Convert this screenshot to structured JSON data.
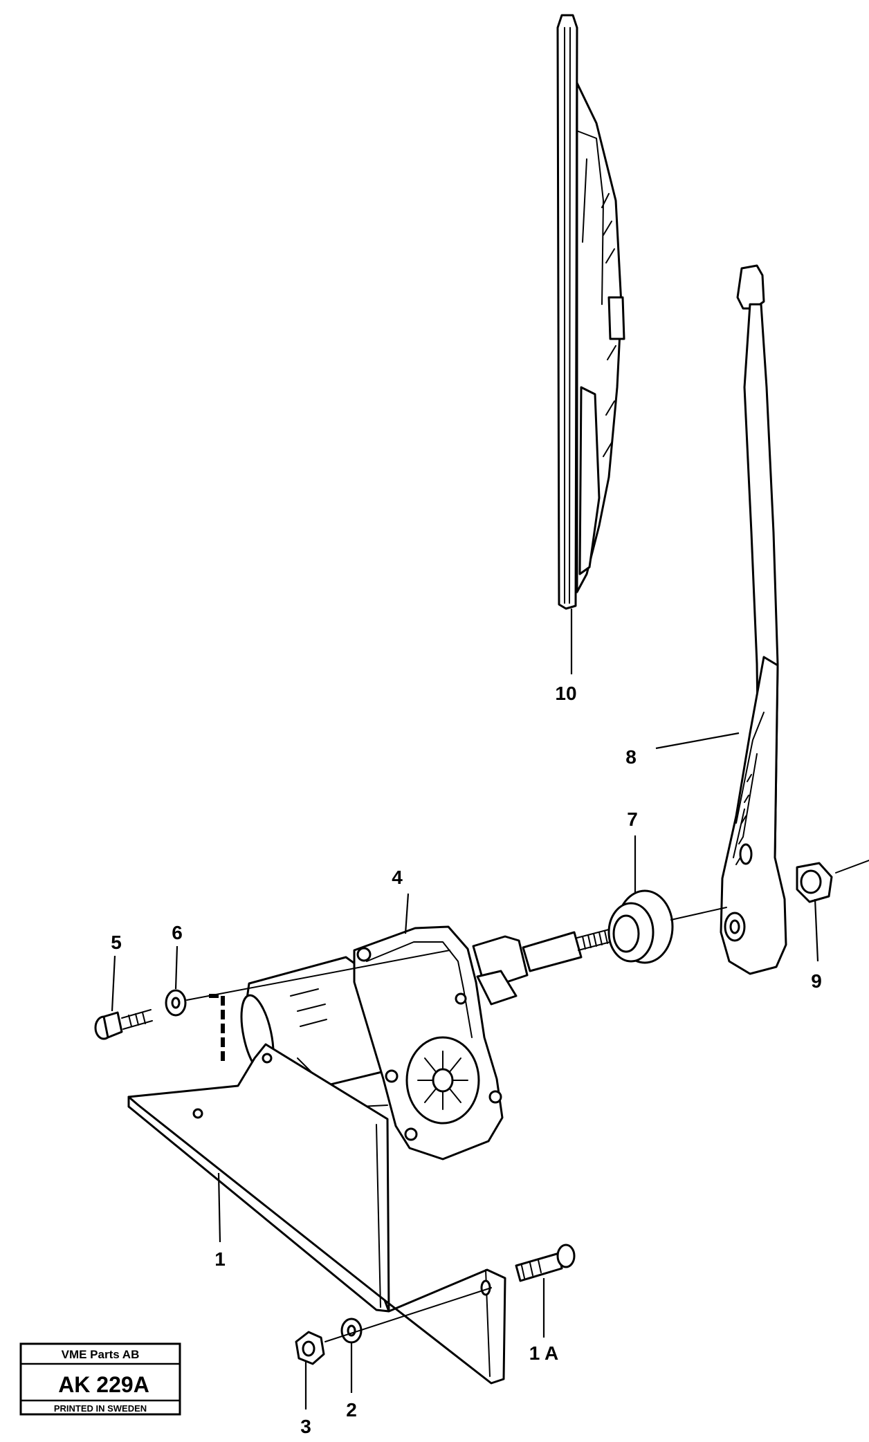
{
  "callouts": {
    "c1": "1",
    "c1a": "1 A",
    "c2": "2",
    "c3": "3",
    "c4": "4",
    "c5": "5",
    "c6": "6",
    "c7": "7",
    "c8": "8",
    "c9": "9",
    "c10": "10"
  },
  "stamp": {
    "company": "VME Parts AB",
    "code": "AK 229A",
    "footer": "PRINTED IN SWEDEN"
  }
}
